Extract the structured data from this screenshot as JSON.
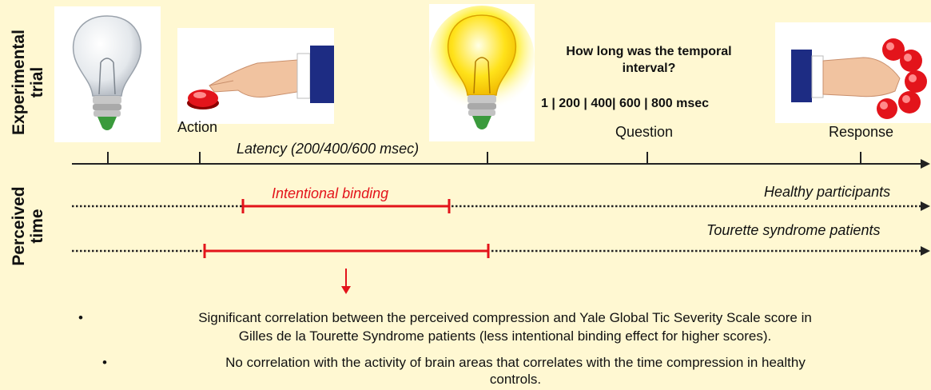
{
  "rows": {
    "experimental_line1": "Experimental",
    "experimental_line2": "trial",
    "perceived_line1": "Perceived",
    "perceived_line2": "time"
  },
  "timeline": {
    "action_label": "Action",
    "latency_label": "Latency (200/400/600 msec)",
    "question_label": "Question",
    "response_label": "Response"
  },
  "question": {
    "title_line1": "How long was the temporal",
    "title_line2": "interval?",
    "options": "1 | 200 | 400| 600 | 800 msec"
  },
  "perceived": {
    "binding_label": "Intentional binding",
    "healthy_label": "Healthy participants",
    "tourette_label": "Tourette syndrome patients"
  },
  "bullets": {
    "b1_line1": "Significant correlation between the perceived compression and Yale Global Tic Severity Scale score in",
    "b1_line2": "Gilles de la Tourette Syndrome patients (less intentional binding effect for higher scores).",
    "b2_line1": "No correlation with the activity of brain areas that correlates with the time compression in healthy",
    "b2_line2": "controls.",
    "bullet_char": "•"
  },
  "colors": {
    "background": "#fff8d2",
    "accent_red": "#e3141b",
    "text": "#111111"
  },
  "icons": [
    "lightbulb-off-icon",
    "hand-press-button-icon",
    "lightbulb-on-icon",
    "hand-press-buttons-icon"
  ]
}
